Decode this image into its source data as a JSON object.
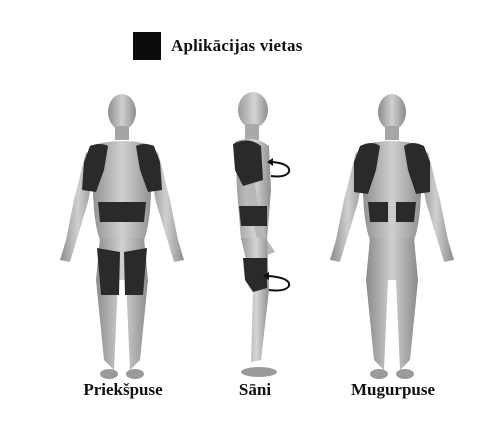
{
  "legend": {
    "label": "Aplikācijas vietas",
    "swatch_color": "#0c0c0c"
  },
  "views": [
    {
      "caption": "Priekšpuse",
      "icon": "front-body-figure"
    },
    {
      "caption": "Sāni",
      "icon": "side-body-figure"
    },
    {
      "caption": "Mugurpuse",
      "icon": "back-body-figure"
    }
  ],
  "colors": {
    "skin": "#a9a9a9",
    "skin_light": "#d2d2d2",
    "application_area": "#2a2a2a"
  }
}
